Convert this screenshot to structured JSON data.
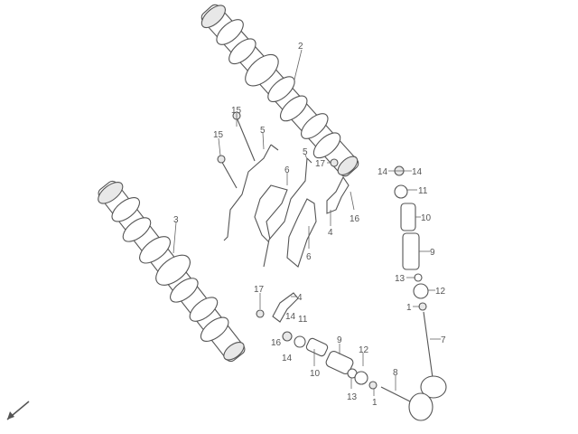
{
  "diagram": {
    "callouts": [
      "2",
      "15",
      "15",
      "5",
      "5",
      "6",
      "6",
      "17",
      "14",
      "14",
      "11",
      "10",
      "16",
      "4",
      "9",
      "3",
      "13",
      "12",
      "1",
      "7",
      "17",
      "4",
      "14",
      "11",
      "16",
      "14",
      "9",
      "10",
      "12",
      "8",
      "13",
      "1"
    ]
  },
  "icons": {
    "direction_arrow": "arrow-down-left-icon"
  },
  "colors": {
    "line": "#555555",
    "background": "#ffffff"
  }
}
